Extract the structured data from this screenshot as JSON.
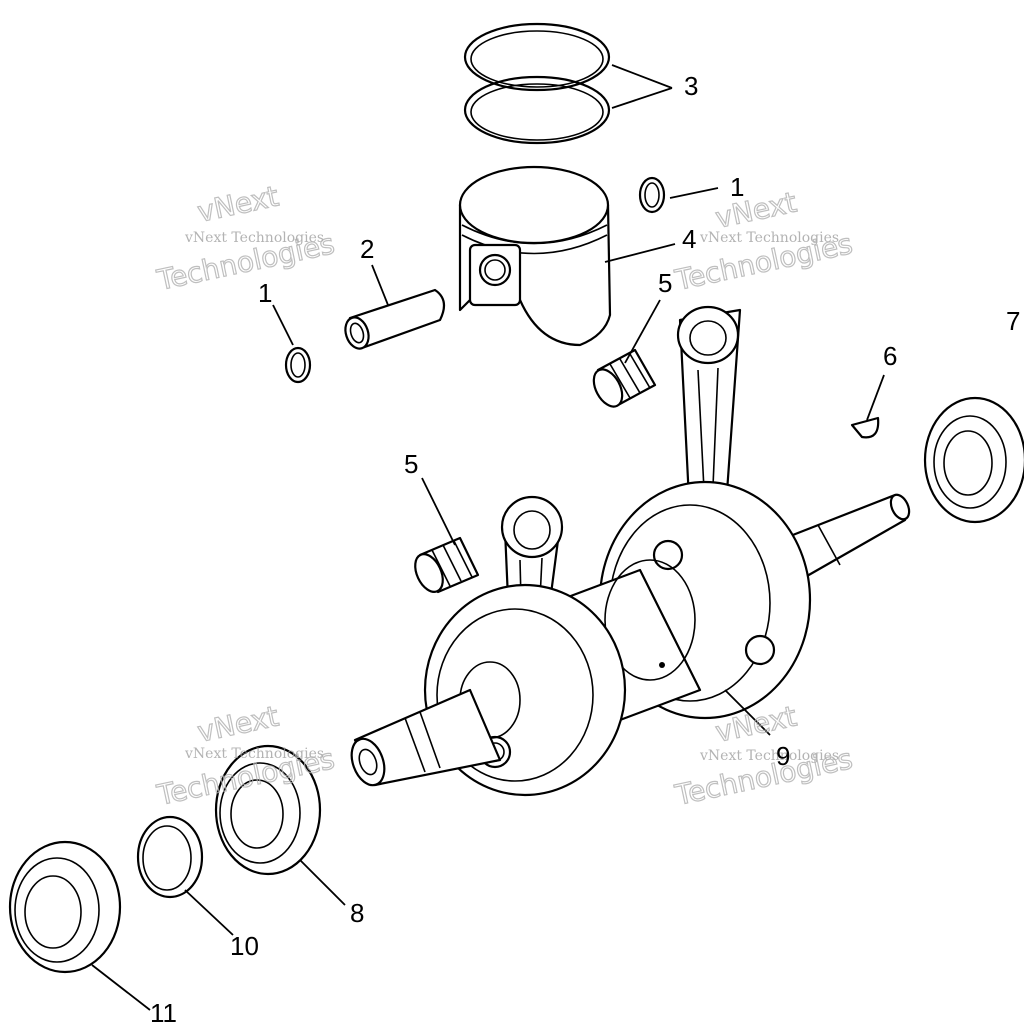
{
  "callouts": {
    "c1a": "1",
    "c1b": "1",
    "c2": "2",
    "c3": "3",
    "c4": "4",
    "c5a": "5",
    "c5b": "5",
    "c6": "6",
    "c7": "7",
    "c8": "8",
    "c9": "9",
    "c10": "10",
    "c11": "11"
  },
  "watermark": {
    "line1": "vNext Technologies",
    "line2": "vNext",
    "line3": "Technologies"
  }
}
